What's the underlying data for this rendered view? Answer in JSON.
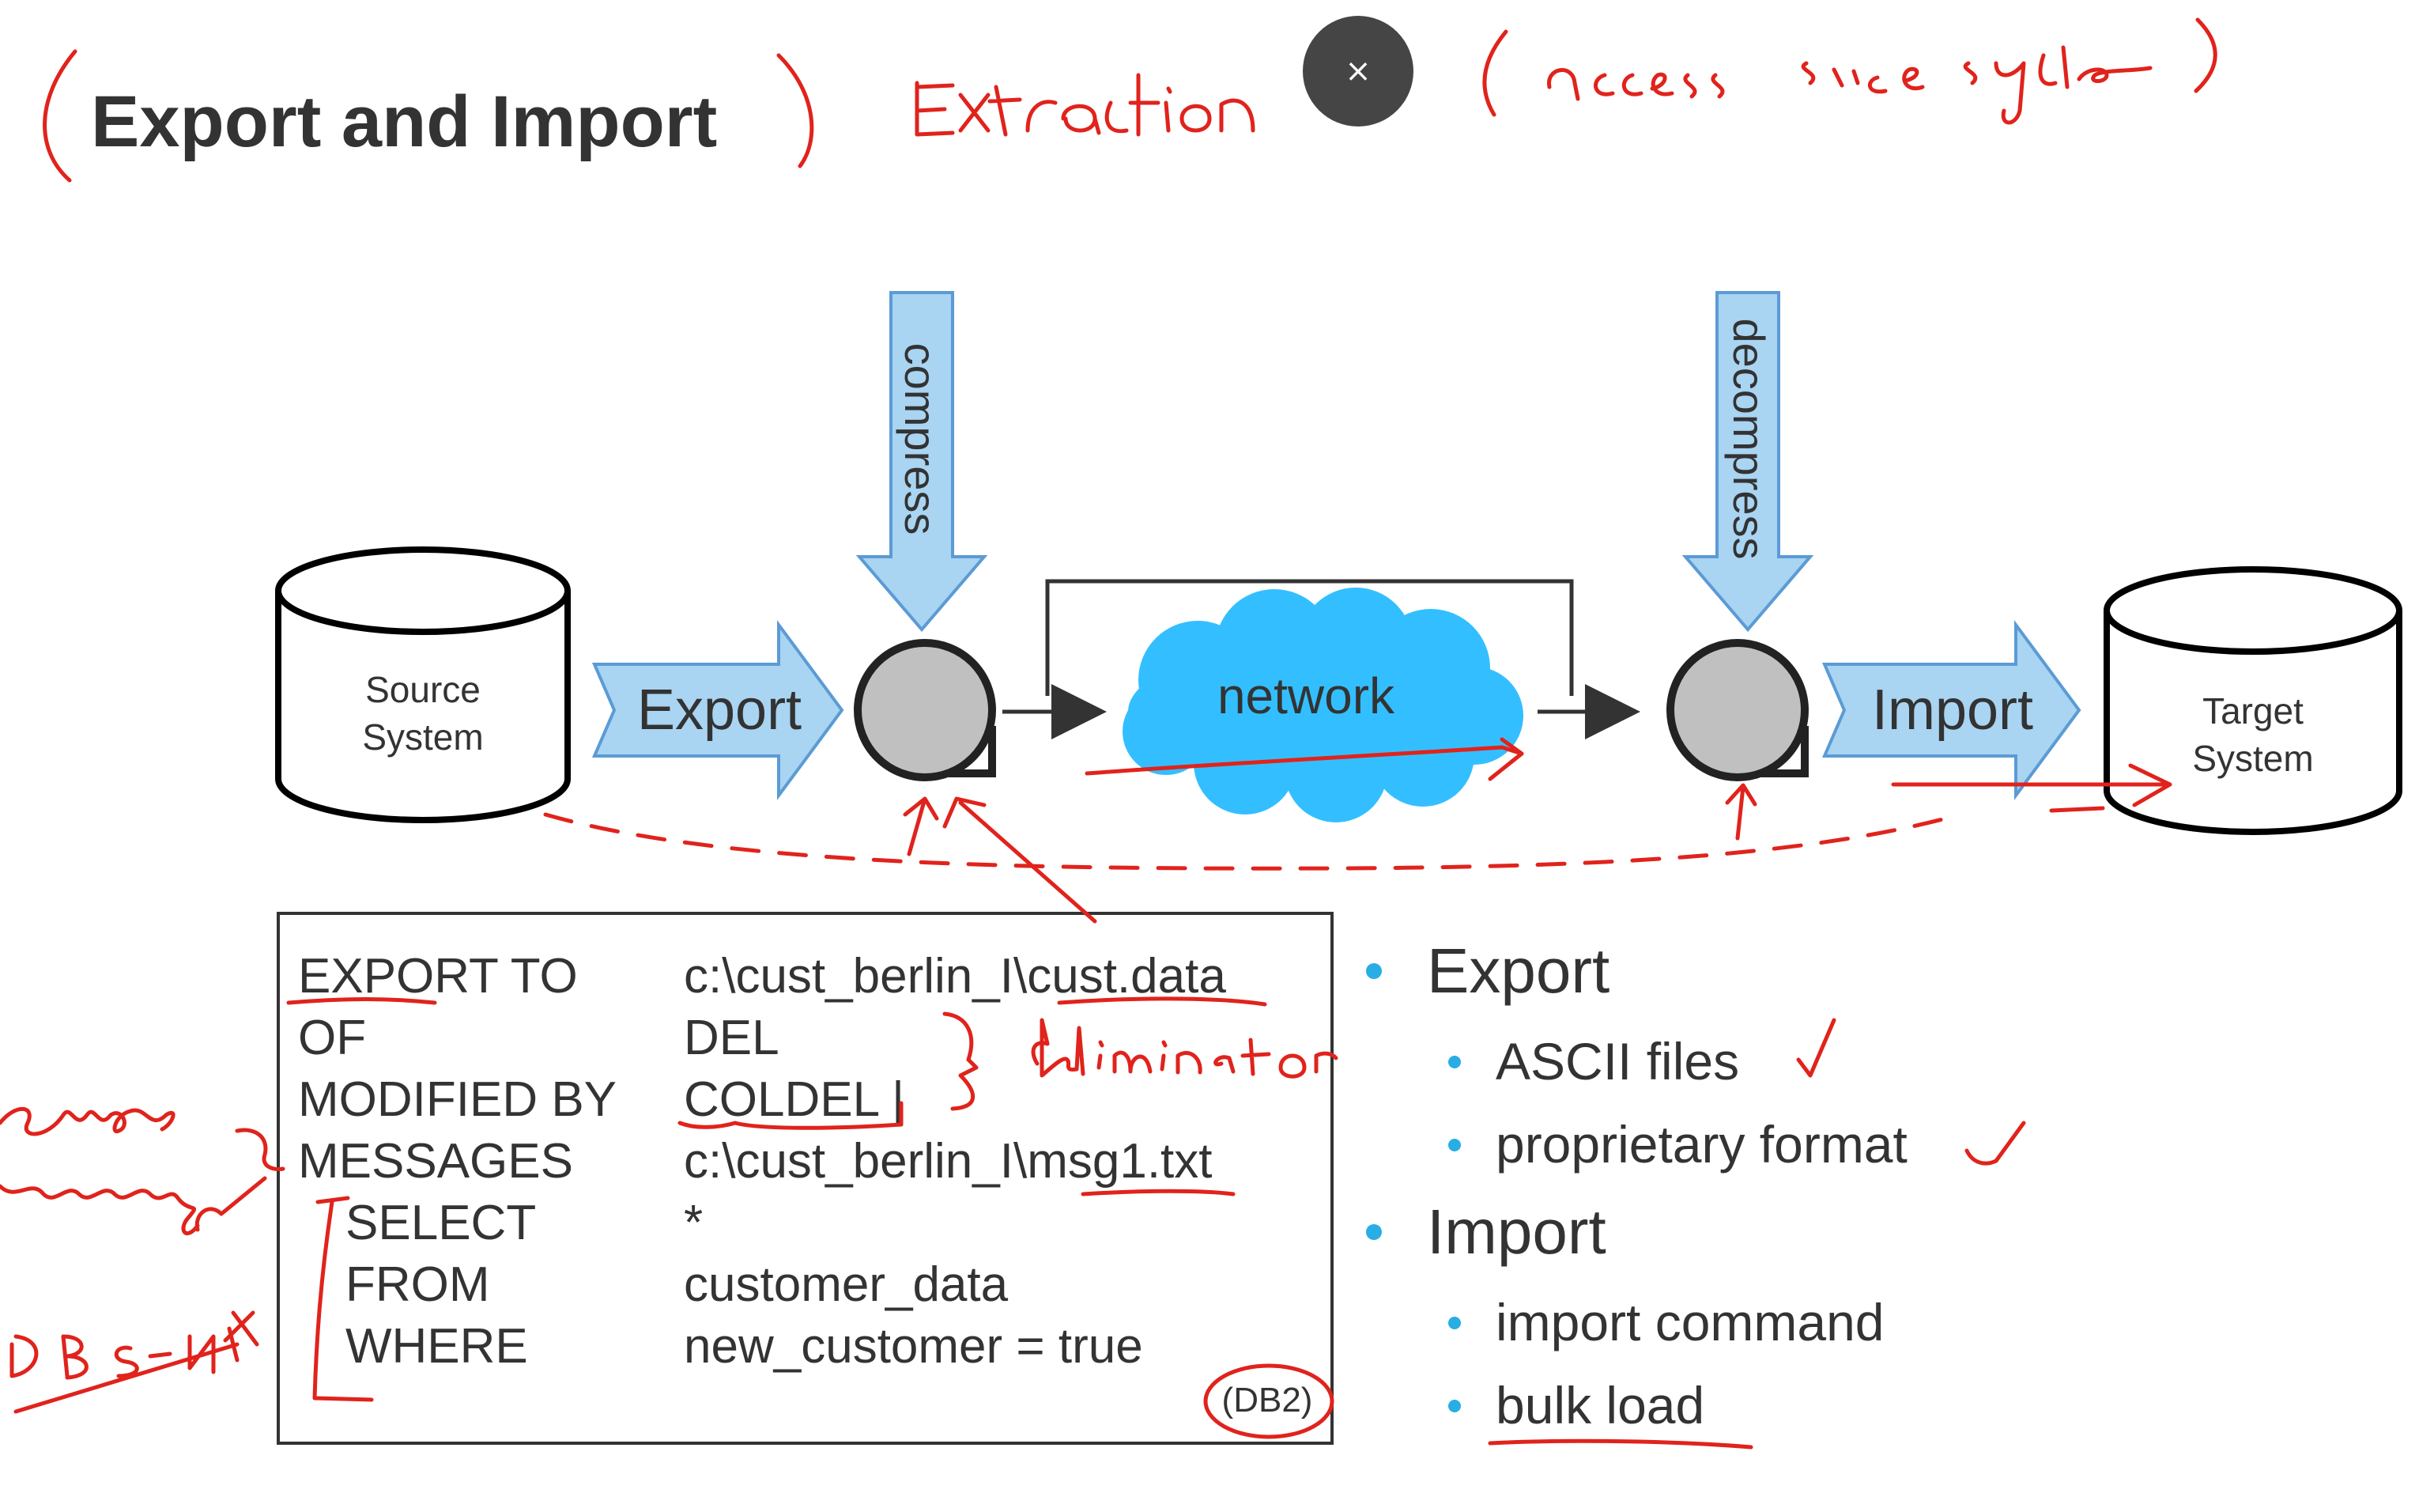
{
  "slide": {
    "title": "Export and Import",
    "diagram": {
      "source_label_line1": "Source",
      "source_label_line2": "System",
      "target_label_line1": "Target",
      "target_label_line2": "System",
      "export_label": "Export",
      "import_label": "Import",
      "compress_label": "compress",
      "decompress_label": "decompress",
      "network_label": "network"
    },
    "code": {
      "rows": [
        {
          "keyword": "EXPORT TO",
          "value": "c:\\cust_berlin_I\\cust.data"
        },
        {
          "keyword": "OF",
          "value": "DEL"
        },
        {
          "keyword": "MODIFIED BY",
          "value": "COLDEL |"
        },
        {
          "keyword": "MESSAGES",
          "value": "c:\\cust_berlin_I\\msg1.txt"
        },
        {
          "keyword": "SELECT",
          "value": "*"
        },
        {
          "keyword": "FROM",
          "value": "customer_data"
        },
        {
          "keyword": "WHERE",
          "value": "new_customer = true"
        }
      ],
      "tag": "(DB2)"
    },
    "bullets": [
      {
        "label": "Export",
        "subitems": [
          "ASCII files",
          "proprietary format"
        ]
      },
      {
        "label": "Import",
        "subitems": [
          "import command",
          "bulk load"
        ]
      }
    ]
  },
  "close_button": {
    "label": "×",
    "icon": "close-icon"
  },
  "colors": {
    "arrow_fill": "#a9d4f2",
    "arrow_stroke": "#5b9bd5",
    "cloud": "#33bfff",
    "queue_fill": "#c0c0c0",
    "ink": "#e0231c",
    "bullet": "#28aee4",
    "text": "#333333"
  }
}
